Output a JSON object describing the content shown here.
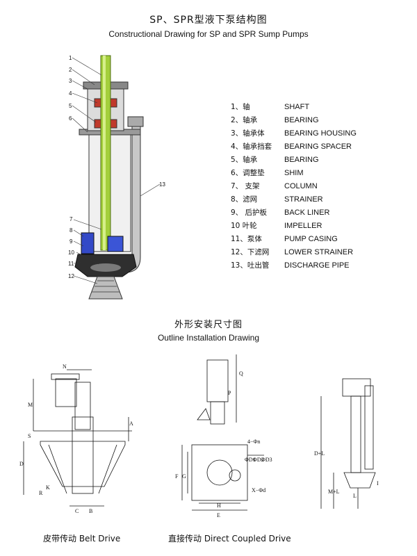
{
  "title_cn": "SP、SPR型液下泵结构图",
  "title_en": "Constructional Drawing for SP and SPR Sump Pumps",
  "parts": [
    {
      "cn": "1、轴",
      "en": "SHAFT"
    },
    {
      "cn": "2、轴承",
      "en": "BEARING"
    },
    {
      "cn": "3、轴承体",
      "en": "BEARING HOUSING"
    },
    {
      "cn": "4、轴承挡套",
      "en": "BEARING SPACER"
    },
    {
      "cn": "5、轴承",
      "en": "BEARING"
    },
    {
      "cn": "6、调整垫",
      "en": "SHIM"
    },
    {
      "cn": "7、 支架",
      "en": "COLUMN"
    },
    {
      "cn": "8、滤网",
      "en": "STRAINER"
    },
    {
      "cn": "9、 后护板",
      "en": "BACK LINER"
    },
    {
      "cn": "10   叶轮",
      "en": "IMPELLER"
    },
    {
      "cn": "11、泵体",
      "en": "PUMP CASING"
    },
    {
      "cn": "12、下滤网",
      "en": "LOWER STRAINER"
    },
    {
      "cn": "13、吐出管",
      "en": "DISCHARGE PIPE"
    }
  ],
  "callouts": [
    "1",
    "2",
    "3",
    "4",
    "5",
    "6",
    "7",
    "8",
    "9",
    "10",
    "11",
    "12",
    "13"
  ],
  "subtitle_cn": "外形安装尺寸图",
  "subtitle_en": "Outline  Installation Drawing",
  "dims_belt": [
    "N",
    "M",
    "D",
    "S",
    "R",
    "K",
    "C",
    "B",
    "A"
  ],
  "dims_direct": [
    "Q",
    "P",
    "4−Φn",
    "ΦD1",
    "ΦD2",
    "ΦD3",
    "F",
    "G",
    "X−Φd",
    "H",
    "E"
  ],
  "dims_side": [
    "D+L",
    "M+L",
    "L",
    "I"
  ],
  "captions": {
    "belt": "皮带传动 Belt Drive",
    "direct": "直接传动 Direct Coupled Drive"
  }
}
